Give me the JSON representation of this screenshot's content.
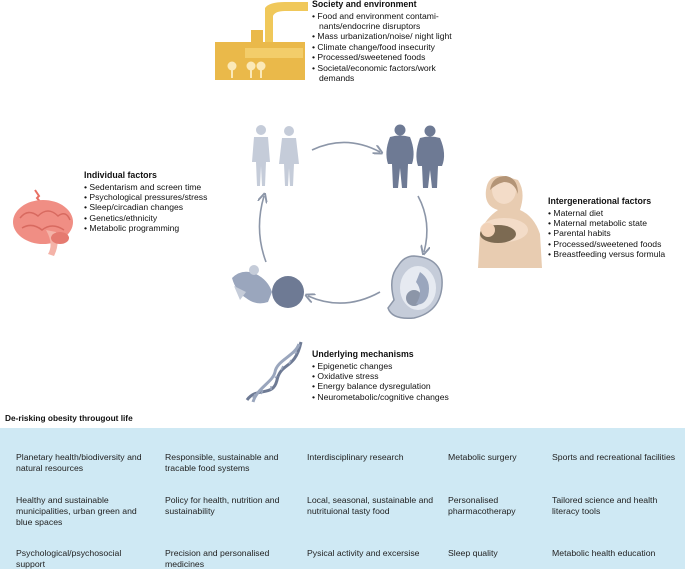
{
  "society": {
    "title": "Society and environment",
    "items": [
      "Food and environment contami-nants/endocrine disruptors",
      "Mass urbanization/noise/ night light",
      "Climate change/food insecurity",
      "Processed/sweetened foods",
      "Societal/economic factors/work demands"
    ]
  },
  "individual": {
    "title": "Individual factors",
    "items": [
      "Sedentarism and screen time",
      "Psychological pressures/stress",
      "Sleep/circadian changes",
      "Genetics/ethnicity",
      "Metabolic programming"
    ]
  },
  "intergenerational": {
    "title": "Intergenerational factors",
    "items": [
      "Maternal diet",
      "Maternal metabolic state",
      "Parental habits",
      "Processed/sweetened foods",
      "Breastfeeding versus formula"
    ]
  },
  "mechanisms": {
    "title": "Underlying mechanisms",
    "items": [
      "Epigenetic changes",
      "Oxidative stress",
      "Energy balance dysregulation",
      "Neurometabolic/cognitive changes"
    ]
  },
  "derisk": {
    "title": "De-risking obesity througout life",
    "cells": [
      "Planetary health/biodiversity and natural resources",
      "Responsible, sustainable and tracable food systems",
      "Interdisciplinary research",
      "Metabolic surgery",
      "Sports and recreational facilities",
      "Healthy and sustainable municipalities, urban green and blue spaces",
      "Policy for health, nutrition and sustainability",
      "Local, seasonal, sustainable and nutrituional tasty food",
      "Personalised pharmacotherapy",
      "Tailored science and health literacy tools",
      "Psychological/psychosocial support",
      "Precision and personalised medicines",
      "Pysical activity and excersise",
      "Sleep quality",
      "Metabolic health education"
    ]
  },
  "icons": {
    "factory": "factory-icon",
    "brain": "brain-icon",
    "mother": "breastfeeding-mother-icon",
    "dna": "dna-icon",
    "lean_people": "lean-people-icon",
    "obese_people": "obese-people-icon",
    "fetus": "fetus-in-womb-icon",
    "baby": "baby-icon"
  },
  "colors": {
    "panel": "#cfe9f4",
    "factory": "#f0c85a",
    "brain": "#f08e84",
    "figures": "#9aa6bd",
    "figures_dark": "#6e7a94",
    "arrows": "#8c96a8",
    "skin": "#f3dcc8"
  }
}
